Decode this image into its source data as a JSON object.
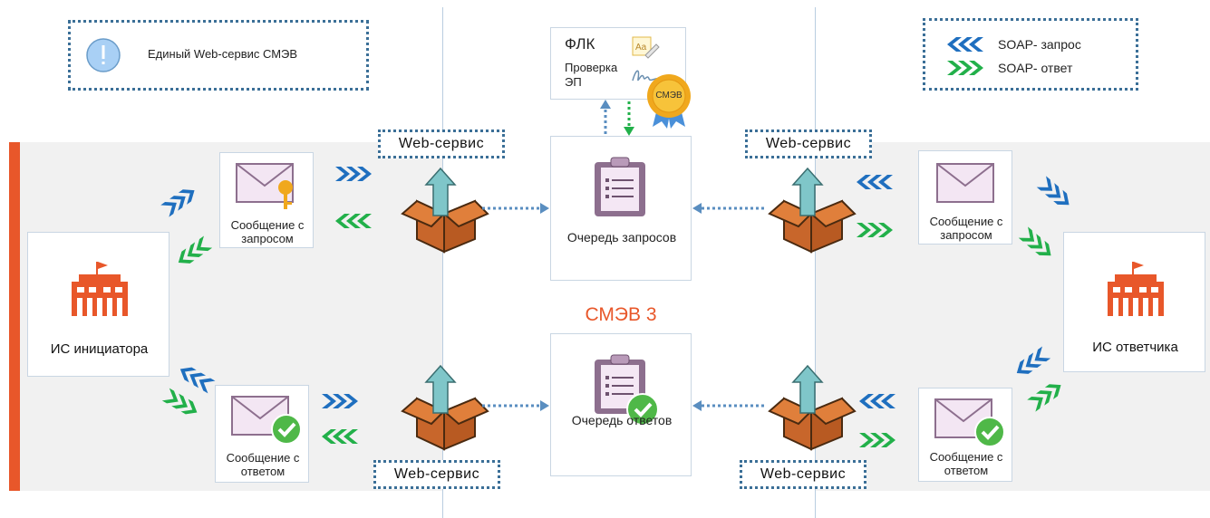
{
  "legend_left": {
    "text": "Единый Web-сервис СМЭВ"
  },
  "legend_right": {
    "request": "SOAP- запрос",
    "response": "SOAP- ответ"
  },
  "flk": {
    "title": "ФЛК",
    "subtitle": "Проверка ЭП",
    "seal": "СМЭВ"
  },
  "web_service_label": "Web-сервис",
  "center_title": "СМЭВ 3",
  "queues": {
    "requests": "Очередь запросов",
    "responses": "Очередь ответов"
  },
  "initiator": {
    "label": "ИС инициатора"
  },
  "responder": {
    "label": "ИС ответчика"
  },
  "messages": {
    "request": "Сообщение с запросом",
    "response": "Сообщение с ответом"
  },
  "colors": {
    "accent": "#e8572a",
    "blue_arrow": "#1f6fbf",
    "green_arrow": "#22b04a",
    "dotted": "#3b6f97",
    "box": "#c8662b",
    "up_arrow": "#7fc6c9"
  }
}
